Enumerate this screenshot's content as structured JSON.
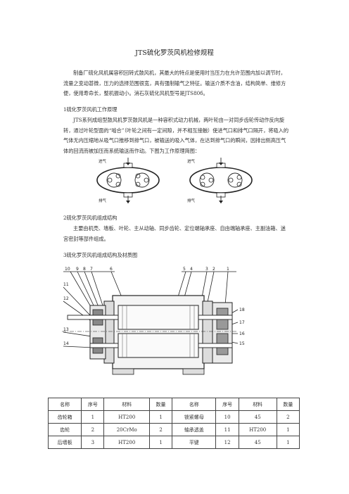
{
  "doc": {
    "title": "JTS硫化罗茨风机检修规程",
    "intro": "制备厂硫化风机属容积回转式鼓风机，其最大的特点是使用时当压力在允许范围内加以调节时，流量之变动甚微，压力的选择范围很宽，具有强制输气之特征。输送介质不含油，结构简单、维修方便，使用寿命长，整机振动小。消石灰硫化风机型号是JTS80б。",
    "section1_title": "1硫化罗茨风机工作原理",
    "section1_body": "JTS系列成组型鼓风机罗茨鼓风机是一种容积式动力机械，两叶轮由一对同步齿轮传动作反向旋转，通过叶轮型面的“啮合”（叶轮之间有一定间隙，并不相互接触）使进气口和排气口隔开，将吸入的气体无内压缩地从吸气口推移到排气口，被输送的吸入气体，在达到排气口的瞬间，因排出侧高压气体的回流而被加压而系统输送而作动。下图为工作原理简图：",
    "diagram_labels": {
      "inlet_left": "进气",
      "outlet_left": "排气",
      "inlet_right": "进气",
      "outlet_right": "排气"
    },
    "section2_title": "2硫化罗茨风机组成结构",
    "section2_body": "主要由机壳、墙板、叶轮、主从动轴、同步齿轮、定位端轴承座、自由端轴承座、主副油箱、迷宫密封等部件组成。",
    "section3_title": "3硫化罗茨风机组成结构及材质图",
    "part_numbers_top": [
      "10",
      "9",
      "8",
      "7",
      "6",
      "5",
      "4",
      "3",
      "2",
      "1"
    ],
    "part_numbers_left": [
      "11",
      "12",
      "13",
      "14"
    ],
    "part_numbers_right": [
      "18",
      "17",
      "16",
      "15"
    ]
  },
  "parts_table": {
    "headers": [
      "名称",
      "序号",
      "材料",
      "数量",
      "名称",
      "序号",
      "材料",
      "数量"
    ],
    "rows": [
      [
        "齿轮箱",
        "1",
        "HT200",
        "1",
        "锁紧螺母",
        "10",
        "45",
        "2"
      ],
      [
        "齿轮",
        "2",
        "20CrMo",
        "2",
        "轴承透盖",
        "11",
        "HT200",
        "1"
      ],
      [
        "后墙板",
        "3",
        "HT200",
        "1",
        "平键",
        "12",
        "45",
        "1"
      ]
    ]
  }
}
